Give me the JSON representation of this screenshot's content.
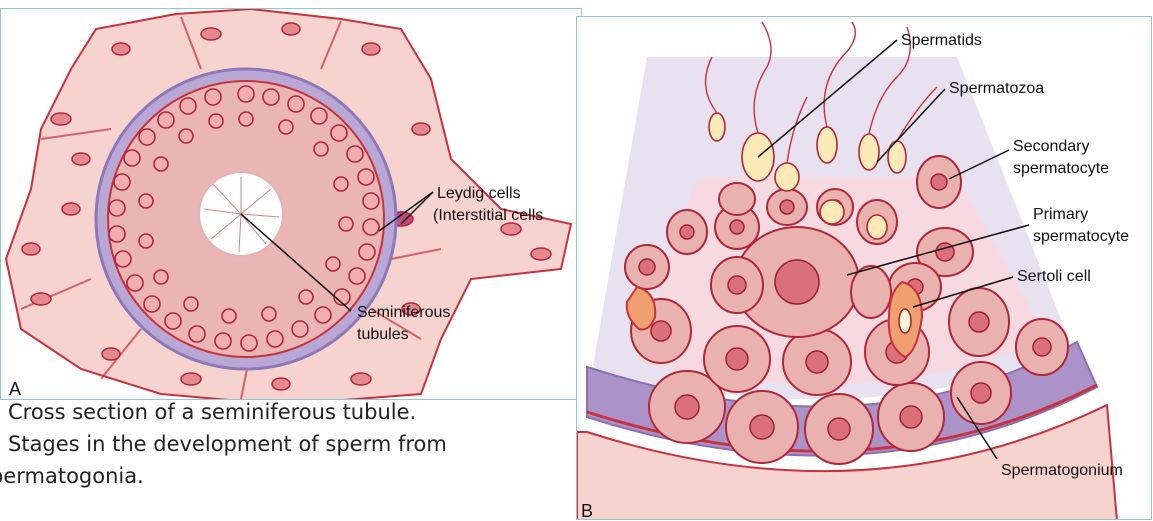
{
  "panel_a": {
    "letter": "A",
    "labels": {
      "leydig_line1": "Leydig cells",
      "leydig_line2": "(Interstitial cells",
      "seminiferous_line1": "Seminiferous",
      "seminiferous_line2": "tubules"
    }
  },
  "panel_b": {
    "letter": "B",
    "labels": {
      "spermatids": "Spermatids",
      "spermatozoa": "Spermatozoa",
      "secondary_line1": "Secondary",
      "secondary_line2": "spermatocyte",
      "primary_line1": "Primary",
      "primary_line2": "spermatocyte",
      "sertoli": "Sertoli cell",
      "spermatogonium": "Spermatogonium"
    }
  },
  "caption": {
    "line1": "Cross section of a seminiferous tubule.",
    "line2": "Stages in the development of sperm from",
    "line3": "permatogonia."
  },
  "colors": {
    "tissue_pink": "#f6d3cf",
    "cell_red": "#c8323c",
    "membrane_purple": "#a991c6",
    "lumen_lavender": "#d9d2e6"
  }
}
